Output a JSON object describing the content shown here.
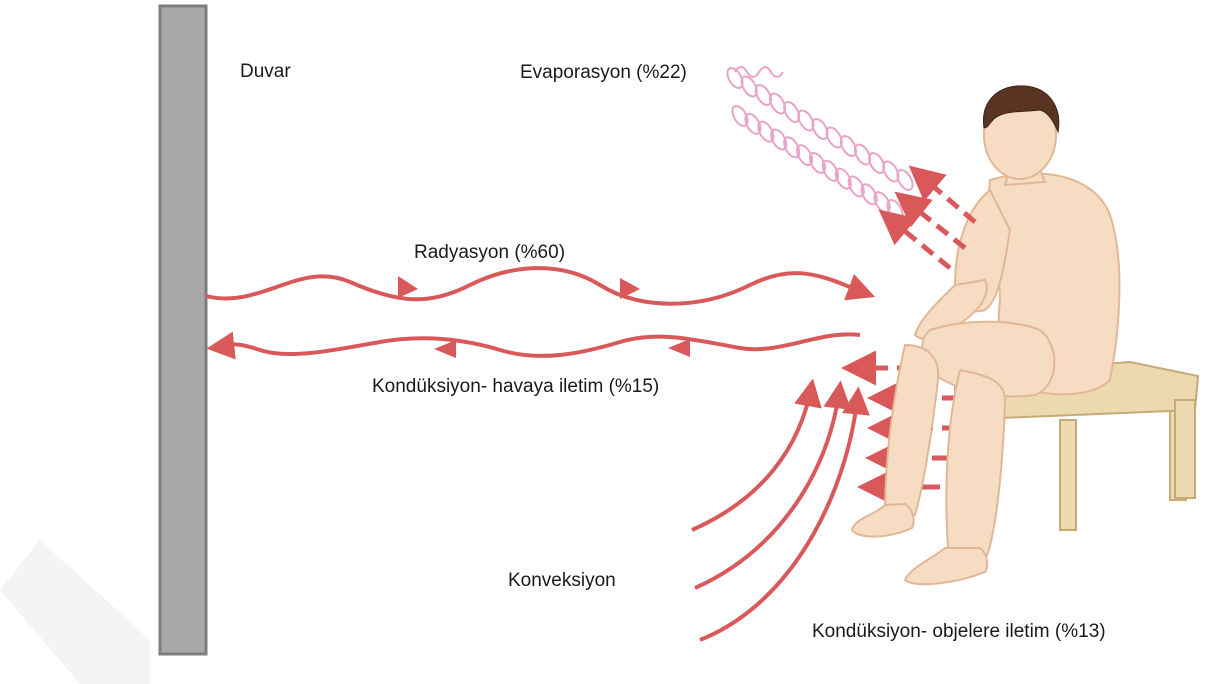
{
  "labels": {
    "wall": "Duvar",
    "evaporation": "Evaporasyon (%22)",
    "radiation": "Radyasyon (%60)",
    "conduction_air": "Kondüksiyon- havaya iletim (%15)",
    "convection": "Konveksiyon",
    "conduction_objects": "Kondüksiyon- objelere iletim (%13)"
  },
  "colors": {
    "arrow": "#d9595b",
    "wall": "#a9a9a9",
    "coil": "#e8a3c6",
    "skin": "#f7dcc4",
    "hair": "#5a3422",
    "stool": "#ecd9b0"
  }
}
